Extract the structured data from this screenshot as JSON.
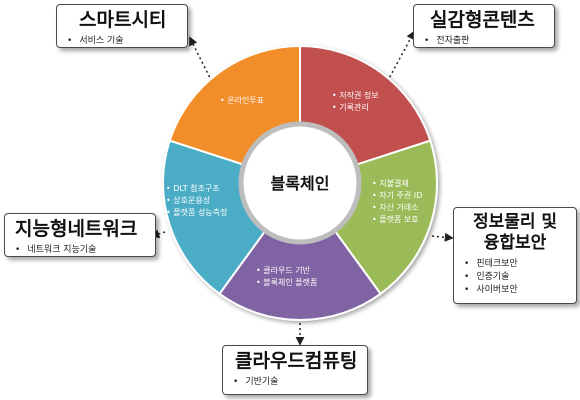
{
  "center": {
    "label": "블록체인"
  },
  "segments": [
    {
      "key": "orange",
      "color": "#f28e2b",
      "items": [
        "온라인투표"
      ]
    },
    {
      "key": "red",
      "color": "#c0504d",
      "items": [
        "저작권 정보",
        "기록관리"
      ]
    },
    {
      "key": "green",
      "color": "#9bbb59",
      "items": [
        "지불결제",
        "자기 주권 ID",
        "자산 거래소",
        "플랫폼 보호"
      ]
    },
    {
      "key": "purple",
      "color": "#8064a2",
      "items": [
        "클라우드 기반",
        "블록체인 플랫폼"
      ]
    },
    {
      "key": "teal",
      "color": "#4bacc6",
      "items": [
        "DLT 참조구조",
        "상호운용성",
        "플랫폼 성능측정"
      ]
    }
  ],
  "boxes": {
    "smartcity": {
      "title": "스마트시티",
      "items": [
        "서비스 기술"
      ]
    },
    "content": {
      "title": "실감형콘텐츠",
      "items": [
        "전자출판"
      ]
    },
    "network": {
      "title": "지능형네트워크",
      "items": [
        "네트워크 지능기술"
      ]
    },
    "security": {
      "title_line1": "정보물리 및",
      "title_line2": "융합보안",
      "items": [
        "핀테크보안",
        "인증기술",
        "사이버보안"
      ]
    },
    "cloud": {
      "title": "클라우드컴퓨팅",
      "items": [
        "기반기술"
      ]
    }
  },
  "colors": {
    "connector": "#222222",
    "box_border": "#4a4a4a"
  }
}
